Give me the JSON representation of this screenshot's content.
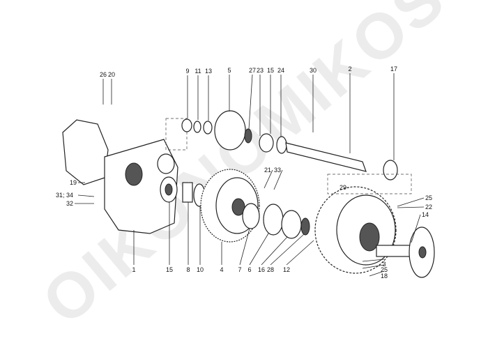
{
  "watermark": "OIKONOMIKOS",
  "callouts": [
    "26",
    "20",
    "9",
    "11",
    "13",
    "5",
    "27",
    "23",
    "15",
    "24",
    "30",
    "2",
    "17",
    "21",
    "33",
    "19",
    "29",
    "25",
    "22",
    "31; 34",
    "32",
    "14",
    "1",
    "15",
    "8",
    "10",
    "4",
    "7",
    "6",
    "16",
    "28",
    "12",
    "3",
    "25",
    "18"
  ]
}
